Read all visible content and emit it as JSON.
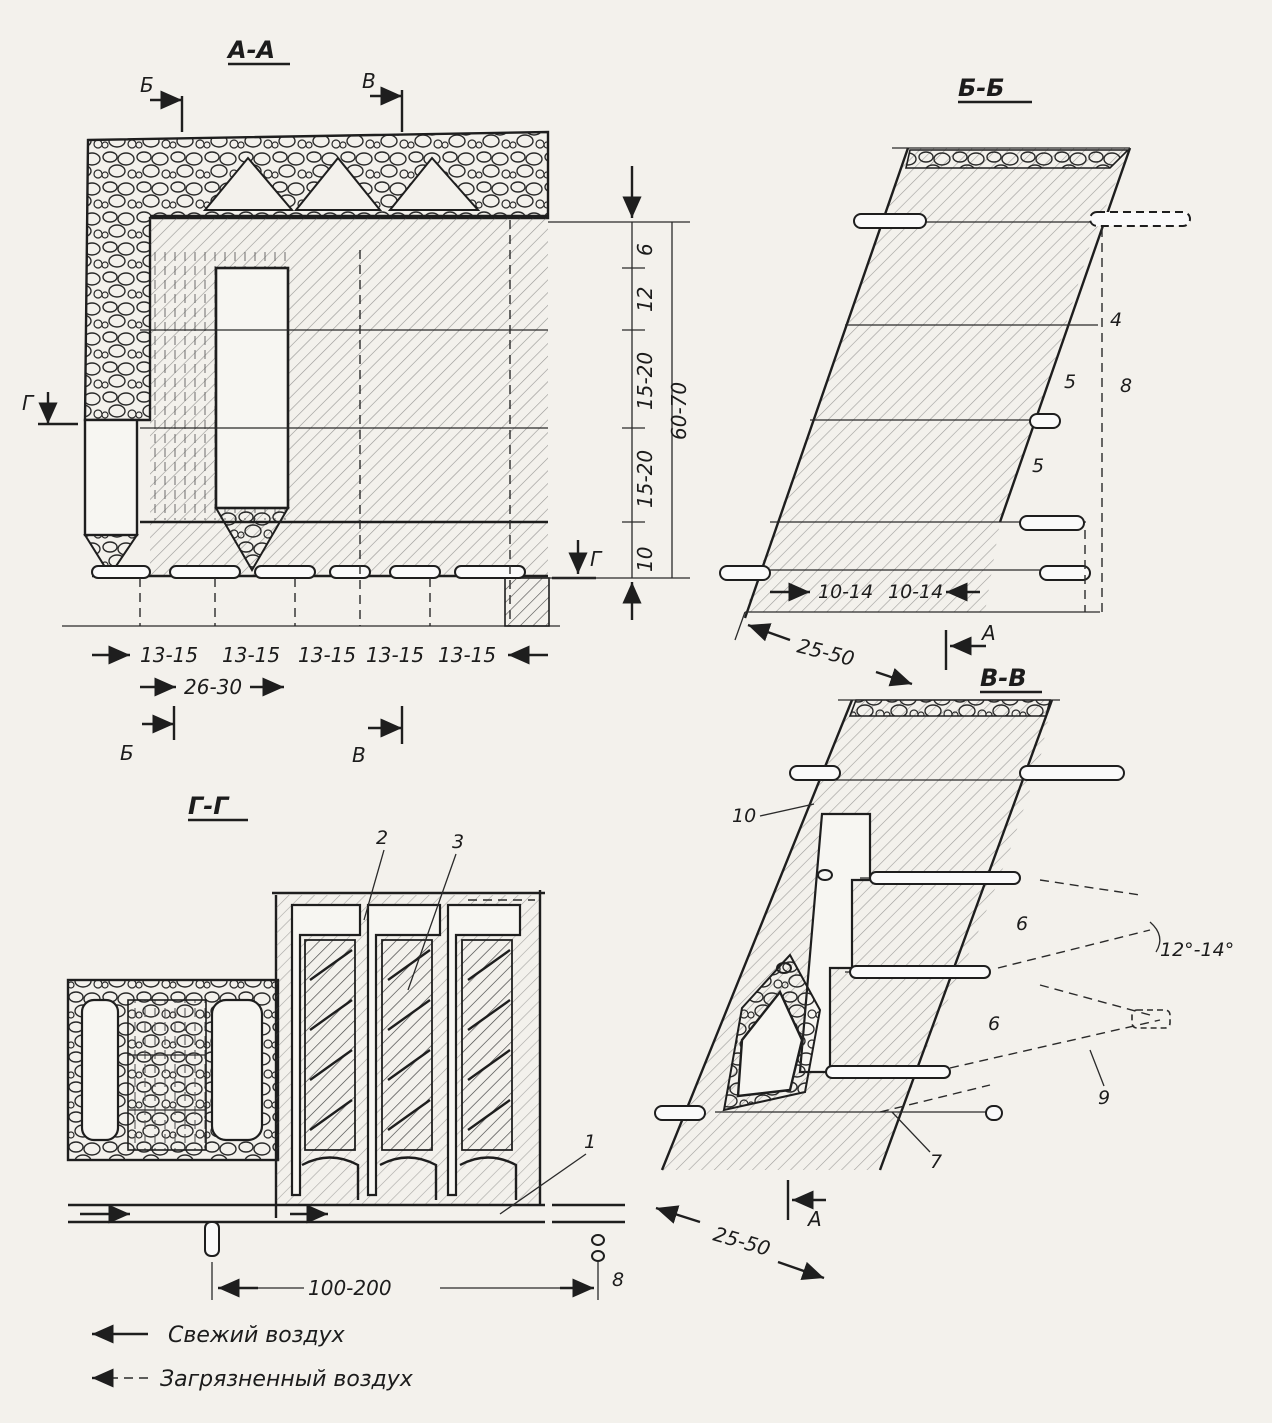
{
  "sections": {
    "aa": {
      "title": "А-А",
      "cut_b": "Б",
      "cut_v": "В",
      "cut_g": "Г",
      "dim_6": "6",
      "dim_12": "12",
      "dim_15_20_a": "15-20",
      "dim_15_20_b": "15-20",
      "dim_10": "10",
      "dim_60_70": "60-70",
      "dim_row": [
        "13-15",
        "13-15",
        "13-15",
        "13-15",
        "13-15"
      ],
      "dim_26_30": "26-30"
    },
    "bb": {
      "title": "Б-Б",
      "label_4": "4",
      "label_5a": "5",
      "label_5b": "5",
      "label_8": "8",
      "dim_10_14_a": "10-14",
      "dim_10_14_b": "10-14",
      "dim_25_50": "25-50",
      "cut_a": "А"
    },
    "vv": {
      "title": "В-В",
      "label_10": "10",
      "label_6a": "6",
      "label_6b": "6",
      "label_9": "9",
      "label_7": "7",
      "angle": "12°-14°",
      "dim_25_50": "25-50",
      "cut_a": "А"
    },
    "gg": {
      "title": "Г-Г",
      "label_1": "1",
      "label_2": "2",
      "label_3": "3",
      "label_8": "8",
      "dim_100_200": "100-200"
    }
  },
  "legend": {
    "fresh_air": "Свежий воздух",
    "dirty_air": "Загрязненный воздух"
  }
}
